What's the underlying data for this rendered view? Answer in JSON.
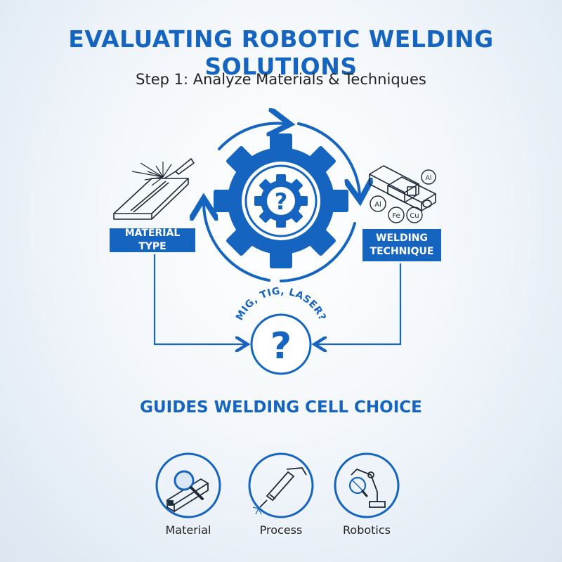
{
  "header": {
    "title": "EVALUATING ROBOTIC WELDING SOLUTIONS",
    "subtitle": "Step 1: Analyze Materials & Techniques"
  },
  "diagram": {
    "left_label": "MATERIAL TYPE",
    "right_label_line1": "WELDING",
    "right_label_line2": "TECHNIQUE",
    "center_question": "?",
    "arc_text": "MIG, TIG, LASER?",
    "elements": [
      "Al",
      "Fe",
      "Cu",
      "Al"
    ]
  },
  "footer": {
    "headline": "GUIDES WELDING CELL CHOICE",
    "icons": [
      {
        "label": "Material",
        "icon": "magnifier-beam-icon"
      },
      {
        "label": "Process",
        "icon": "welding-torch-icon"
      },
      {
        "label": "Robotics",
        "icon": "robot-arm-icon"
      }
    ]
  },
  "colors": {
    "accent": "#1565c0",
    "text": "#222222",
    "background": "#eef3f8"
  }
}
